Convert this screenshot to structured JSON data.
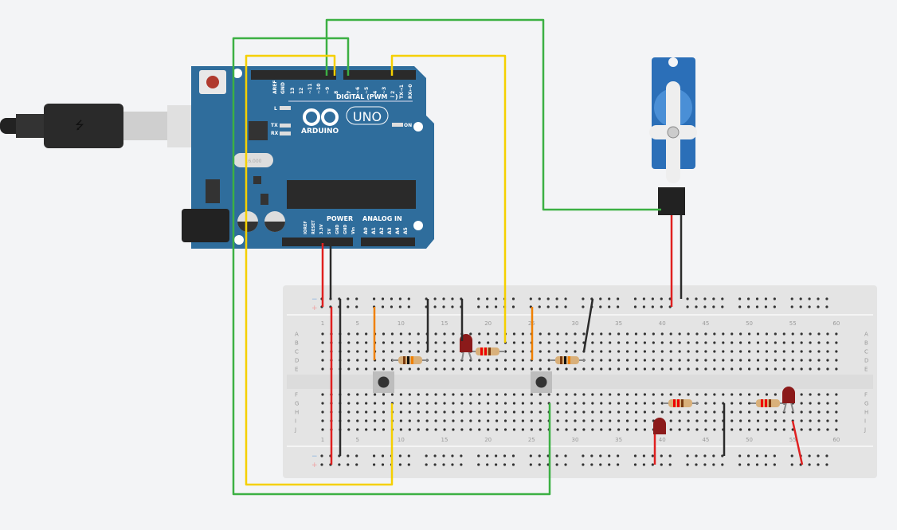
{
  "arduino": {
    "brand": "ARDUINO",
    "model": "UNO",
    "crystal": "16.000",
    "digital_header": "DIGITAL (PWM ~)",
    "digital_pins": [
      "AREF",
      "GND",
      "13",
      "12",
      "~11",
      "~10",
      "~9",
      "8",
      "7",
      "~6",
      "~5",
      "4",
      "~3",
      "2",
      "TX→1",
      "RX←0"
    ],
    "power_header": "POWER",
    "power_pins": [
      "IOREF",
      "RESET",
      "3.3V",
      "5V",
      "GND",
      "GND",
      "Vin"
    ],
    "analog_header": "ANALOG IN",
    "analog_pins": [
      "A0",
      "A1",
      "A2",
      "A3",
      "A4",
      "A5"
    ],
    "leds": {
      "l": "L",
      "tx": "TX",
      "rx": "RX",
      "on": "ON"
    }
  },
  "breadboard": {
    "column_labels": [
      "1",
      "5",
      "10",
      "15",
      "20",
      "25",
      "30",
      "35",
      "40",
      "45",
      "50",
      "55",
      "60"
    ],
    "row_labels_top": [
      "A",
      "B",
      "C",
      "D",
      "E"
    ],
    "row_labels_bottom": [
      "F",
      "G",
      "H",
      "I",
      "J"
    ],
    "rail_minus": "−",
    "rail_plus": "+"
  },
  "colors": {
    "board": "#2f6d9c",
    "wire_green": "#3cb043",
    "wire_yellow": "#f5d000",
    "wire_red": "#e02020",
    "wire_black": "#2b2b2b",
    "wire_orange": "#f08000",
    "led": "#8b1a1a"
  }
}
